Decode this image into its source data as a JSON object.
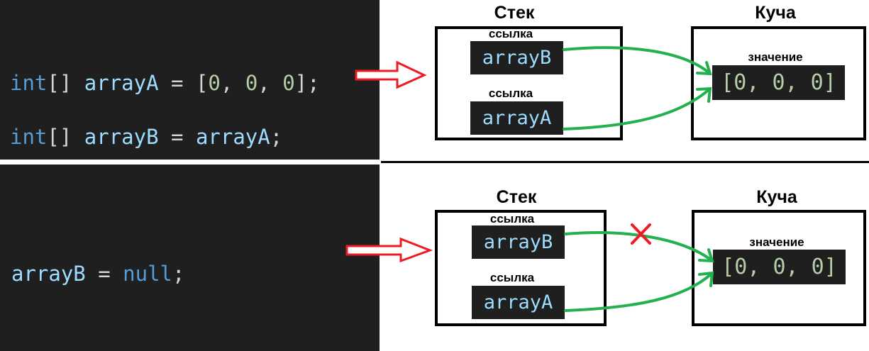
{
  "top": {
    "code": {
      "line1": {
        "kw": "int",
        "br": "[]",
        "name": "arrayA",
        "eq": "=",
        "open": "[",
        "v1": "0",
        "v2": "0",
        "v3": "0",
        "close": "];"
      },
      "line2": {
        "kw": "int",
        "br": "[]",
        "name": "arrayB",
        "eq": "=",
        "rhs": "arrayA",
        "semi": ";"
      }
    },
    "stack_title": "Стек",
    "heap_title": "Куча",
    "ref_label_1": "ссылка",
    "var_1": "arrayB",
    "ref_label_2": "ссылка",
    "var_2": "arrayA",
    "value_label": "значение",
    "value": "[0, 0, 0]"
  },
  "bottom": {
    "code": {
      "name": "arrayB",
      "eq": "=",
      "rhs": "null",
      "semi": ";"
    },
    "stack_title": "Стек",
    "heap_title": "Куча",
    "ref_label_1": "ссылка",
    "var_1": "arrayB",
    "ref_label_2": "ссылка",
    "var_2": "arrayA",
    "value_label": "значение",
    "value": "[0, 0, 0]"
  },
  "colors": {
    "arrow": "#22b14c",
    "cross": "#ed1c24",
    "code_bg": "#1f1f1f"
  }
}
